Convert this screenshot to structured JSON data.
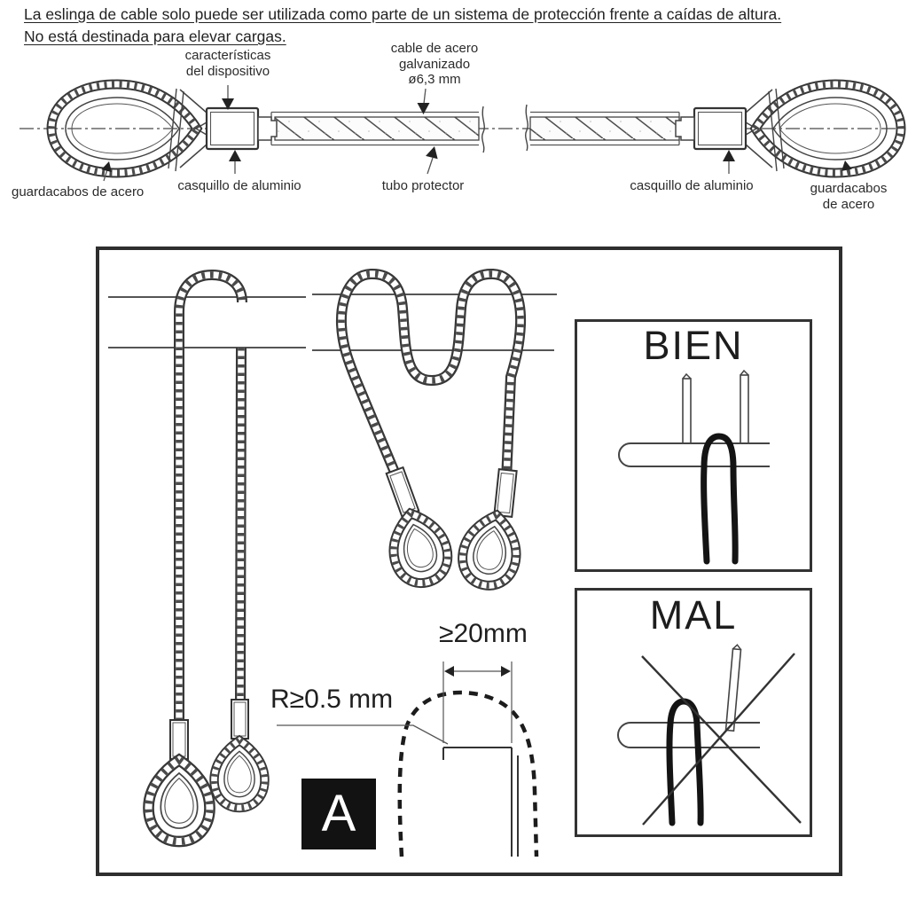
{
  "header": {
    "line1": "La eslinga de cable solo puede ser utilizada como parte de un sistema de protección frente a caídas de altura.",
    "line2": "No está destinada para elevar cargas."
  },
  "sling_diagram": {
    "caracteristicas_line1": "características",
    "caracteristicas_line2": "del dispositivo",
    "cable_line1": "cable de acero",
    "cable_line2": "galvanizado",
    "cable_line3": "ø6,3 mm",
    "guardacabos_left": "guardacabos de acero",
    "casquillo_left": "casquillo de aluminio",
    "tubo_protector": "tubo protector",
    "casquillo_right": "casquillo de aluminio",
    "guardacabos_right_line1": "guardacabos",
    "guardacabos_right_line2": "de acero"
  },
  "usage_diagram": {
    "correct_label": "BIEN",
    "incorrect_label": "MAL",
    "min_width": "≥20mm",
    "min_radius": "R≥0.5 mm",
    "detail_marker": "A"
  },
  "palette": {
    "ink": "#2b2b2b",
    "line": "#444444",
    "background": "#ffffff"
  }
}
